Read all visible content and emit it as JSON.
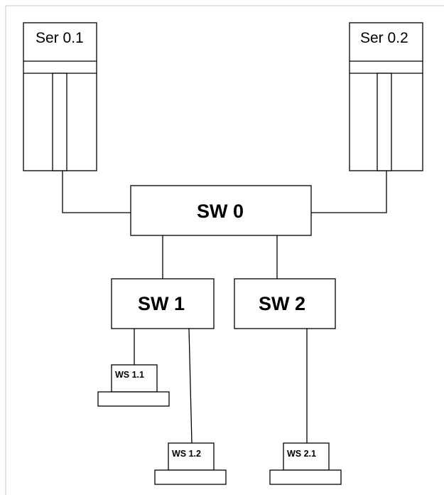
{
  "servers": [
    {
      "id": "ser01",
      "label": "Ser 0.1"
    },
    {
      "id": "ser02",
      "label": "Ser 0.2"
    }
  ],
  "switches": [
    {
      "id": "sw0",
      "label": "SW 0"
    },
    {
      "id": "sw1",
      "label": "SW 1"
    },
    {
      "id": "sw2",
      "label": "SW 2"
    }
  ],
  "workstations": [
    {
      "id": "ws11",
      "label": "WS 1.1"
    },
    {
      "id": "ws12",
      "label": "WS 1.2"
    },
    {
      "id": "ws21",
      "label": "WS 2.1"
    }
  ],
  "links": [
    [
      "ser01",
      "sw0"
    ],
    [
      "ser02",
      "sw0"
    ],
    [
      "sw0",
      "sw1"
    ],
    [
      "sw0",
      "sw2"
    ],
    [
      "sw1",
      "ws11"
    ],
    [
      "sw1",
      "ws12"
    ],
    [
      "sw2",
      "ws21"
    ]
  ],
  "colors": {
    "stroke": "#000000",
    "fill": "#ffffff",
    "frame": "#c8c8c8"
  }
}
